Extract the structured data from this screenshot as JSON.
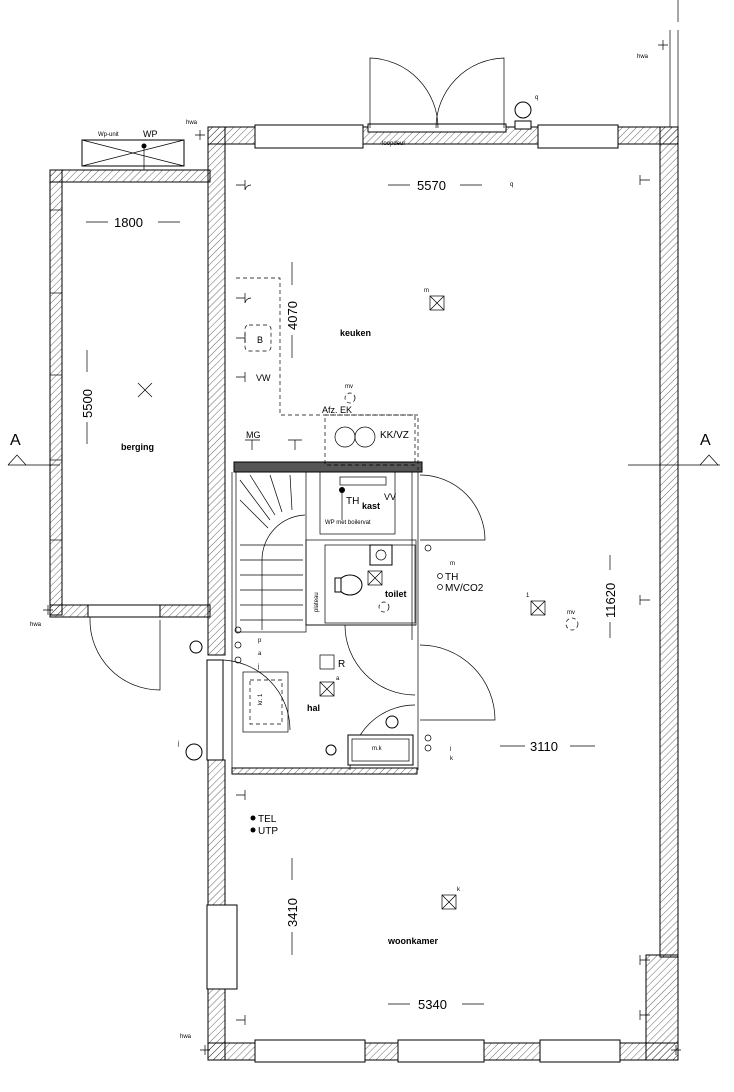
{
  "rooms": {
    "keuken": "keuken",
    "berging": "berging",
    "hal": "hal",
    "woonkamer": "woonkamer",
    "toilet": "toilet",
    "kast": "kast"
  },
  "dimensions": {
    "top_width": "5570",
    "berging_width": "1800",
    "keuken_depth": "4070",
    "berging_depth": "5500",
    "total_depth": "11620",
    "mid_width": "3110",
    "woon_depth": "3410",
    "bottom_width": "5340"
  },
  "labels": {
    "wp_unit": "Wp-unit",
    "wp": "WP",
    "loopdeur": "loopdeur",
    "afz_ek": "Afz. EK",
    "kk_vz": "KK/VZ",
    "mg": "MG",
    "vw": "VW",
    "b": "B",
    "th": "TH",
    "vv": "VV",
    "wp_met_boilervat": "WP met boilervat",
    "plateau": "plateau",
    "th2": "TH",
    "mv_co2": "MV/CO2",
    "mv": "mv",
    "r": "R",
    "kr1": "kr. 1",
    "mk": "m.k",
    "tel": "TEL",
    "utp": "UTP",
    "section_left": "A",
    "section_right": "A",
    "hwa": "hwa",
    "q": "q",
    "m": "m",
    "a": "a",
    "j": "j",
    "k": "k",
    "l": "l",
    "p": "p",
    "one": "1"
  }
}
